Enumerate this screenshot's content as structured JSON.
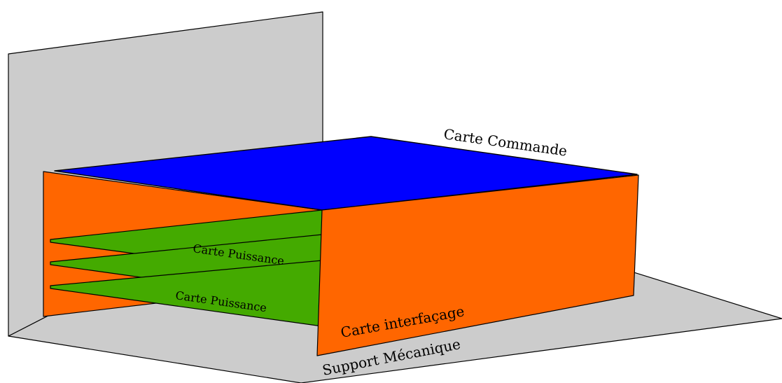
{
  "labels": {
    "commande": "Carte Commande",
    "puissance_top": "Carte Puissance",
    "puissance_bottom": "Carte Puissance",
    "interfacage": "Carte interfaçage",
    "support": "Support Mécanique"
  },
  "colors": {
    "support": "#cccccc",
    "commande": "#0000ff",
    "interfacage": "#ff6600",
    "puissance": "#44aa00",
    "outline": "#000000"
  }
}
